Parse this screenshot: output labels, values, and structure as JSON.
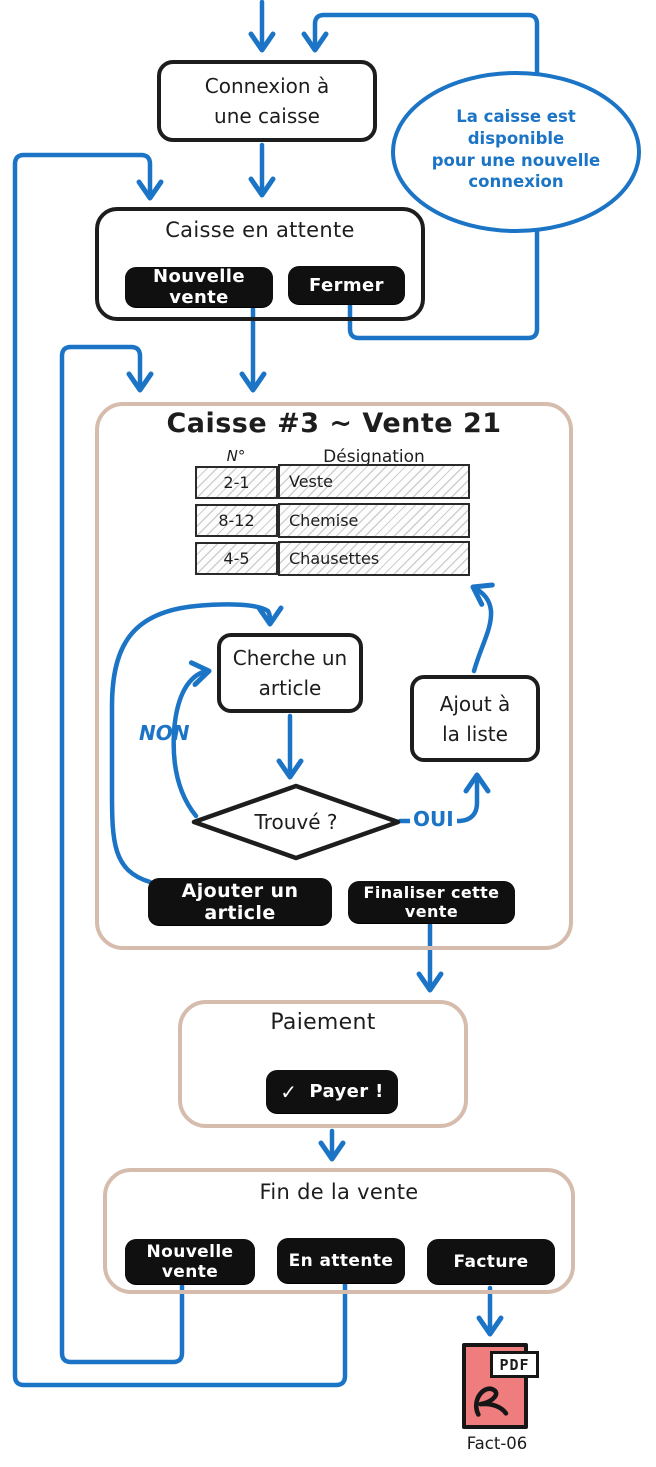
{
  "palette": {
    "flow_blue": "#1b74c5",
    "ink_black": "#1d1d1d",
    "container_tan": "#d5bcad",
    "pdf_red": "#ef7d7d"
  },
  "connexion": {
    "lines": [
      "Connexion à",
      "une caisse"
    ]
  },
  "bubble": {
    "lines": [
      "La caisse est",
      "disponible",
      "pour une nouvelle",
      "connexion"
    ]
  },
  "attente": {
    "title": "Caisse en attente",
    "nouvelle_vente": "Nouvelle vente",
    "fermer": "Fermer"
  },
  "vente": {
    "title": "Caisse #3 ~ Vente 21",
    "table": {
      "headers": [
        "N°",
        "Désignation"
      ],
      "rows": [
        [
          "2-1",
          "Veste"
        ],
        [
          "8-12",
          "Chemise"
        ],
        [
          "4-5",
          "Chausettes"
        ]
      ]
    },
    "cherche_lines": [
      "Cherche un",
      "article"
    ],
    "trouve": "Trouvé ?",
    "ajout_lines": [
      "Ajout à",
      "la liste"
    ],
    "non": "NON",
    "oui": "OUI",
    "ajouter": "Ajouter un article",
    "finaliser": "Finaliser cette vente"
  },
  "paiement": {
    "title": "Paiement",
    "check_icon": "✓",
    "payer": "Payer !"
  },
  "fin": {
    "title": "Fin de la vente",
    "nouvelle_vente": "Nouvelle vente",
    "en_attente": "En attente",
    "facture": "Facture"
  },
  "pdf": {
    "badge": "PDF",
    "caption": "Fact-06"
  }
}
